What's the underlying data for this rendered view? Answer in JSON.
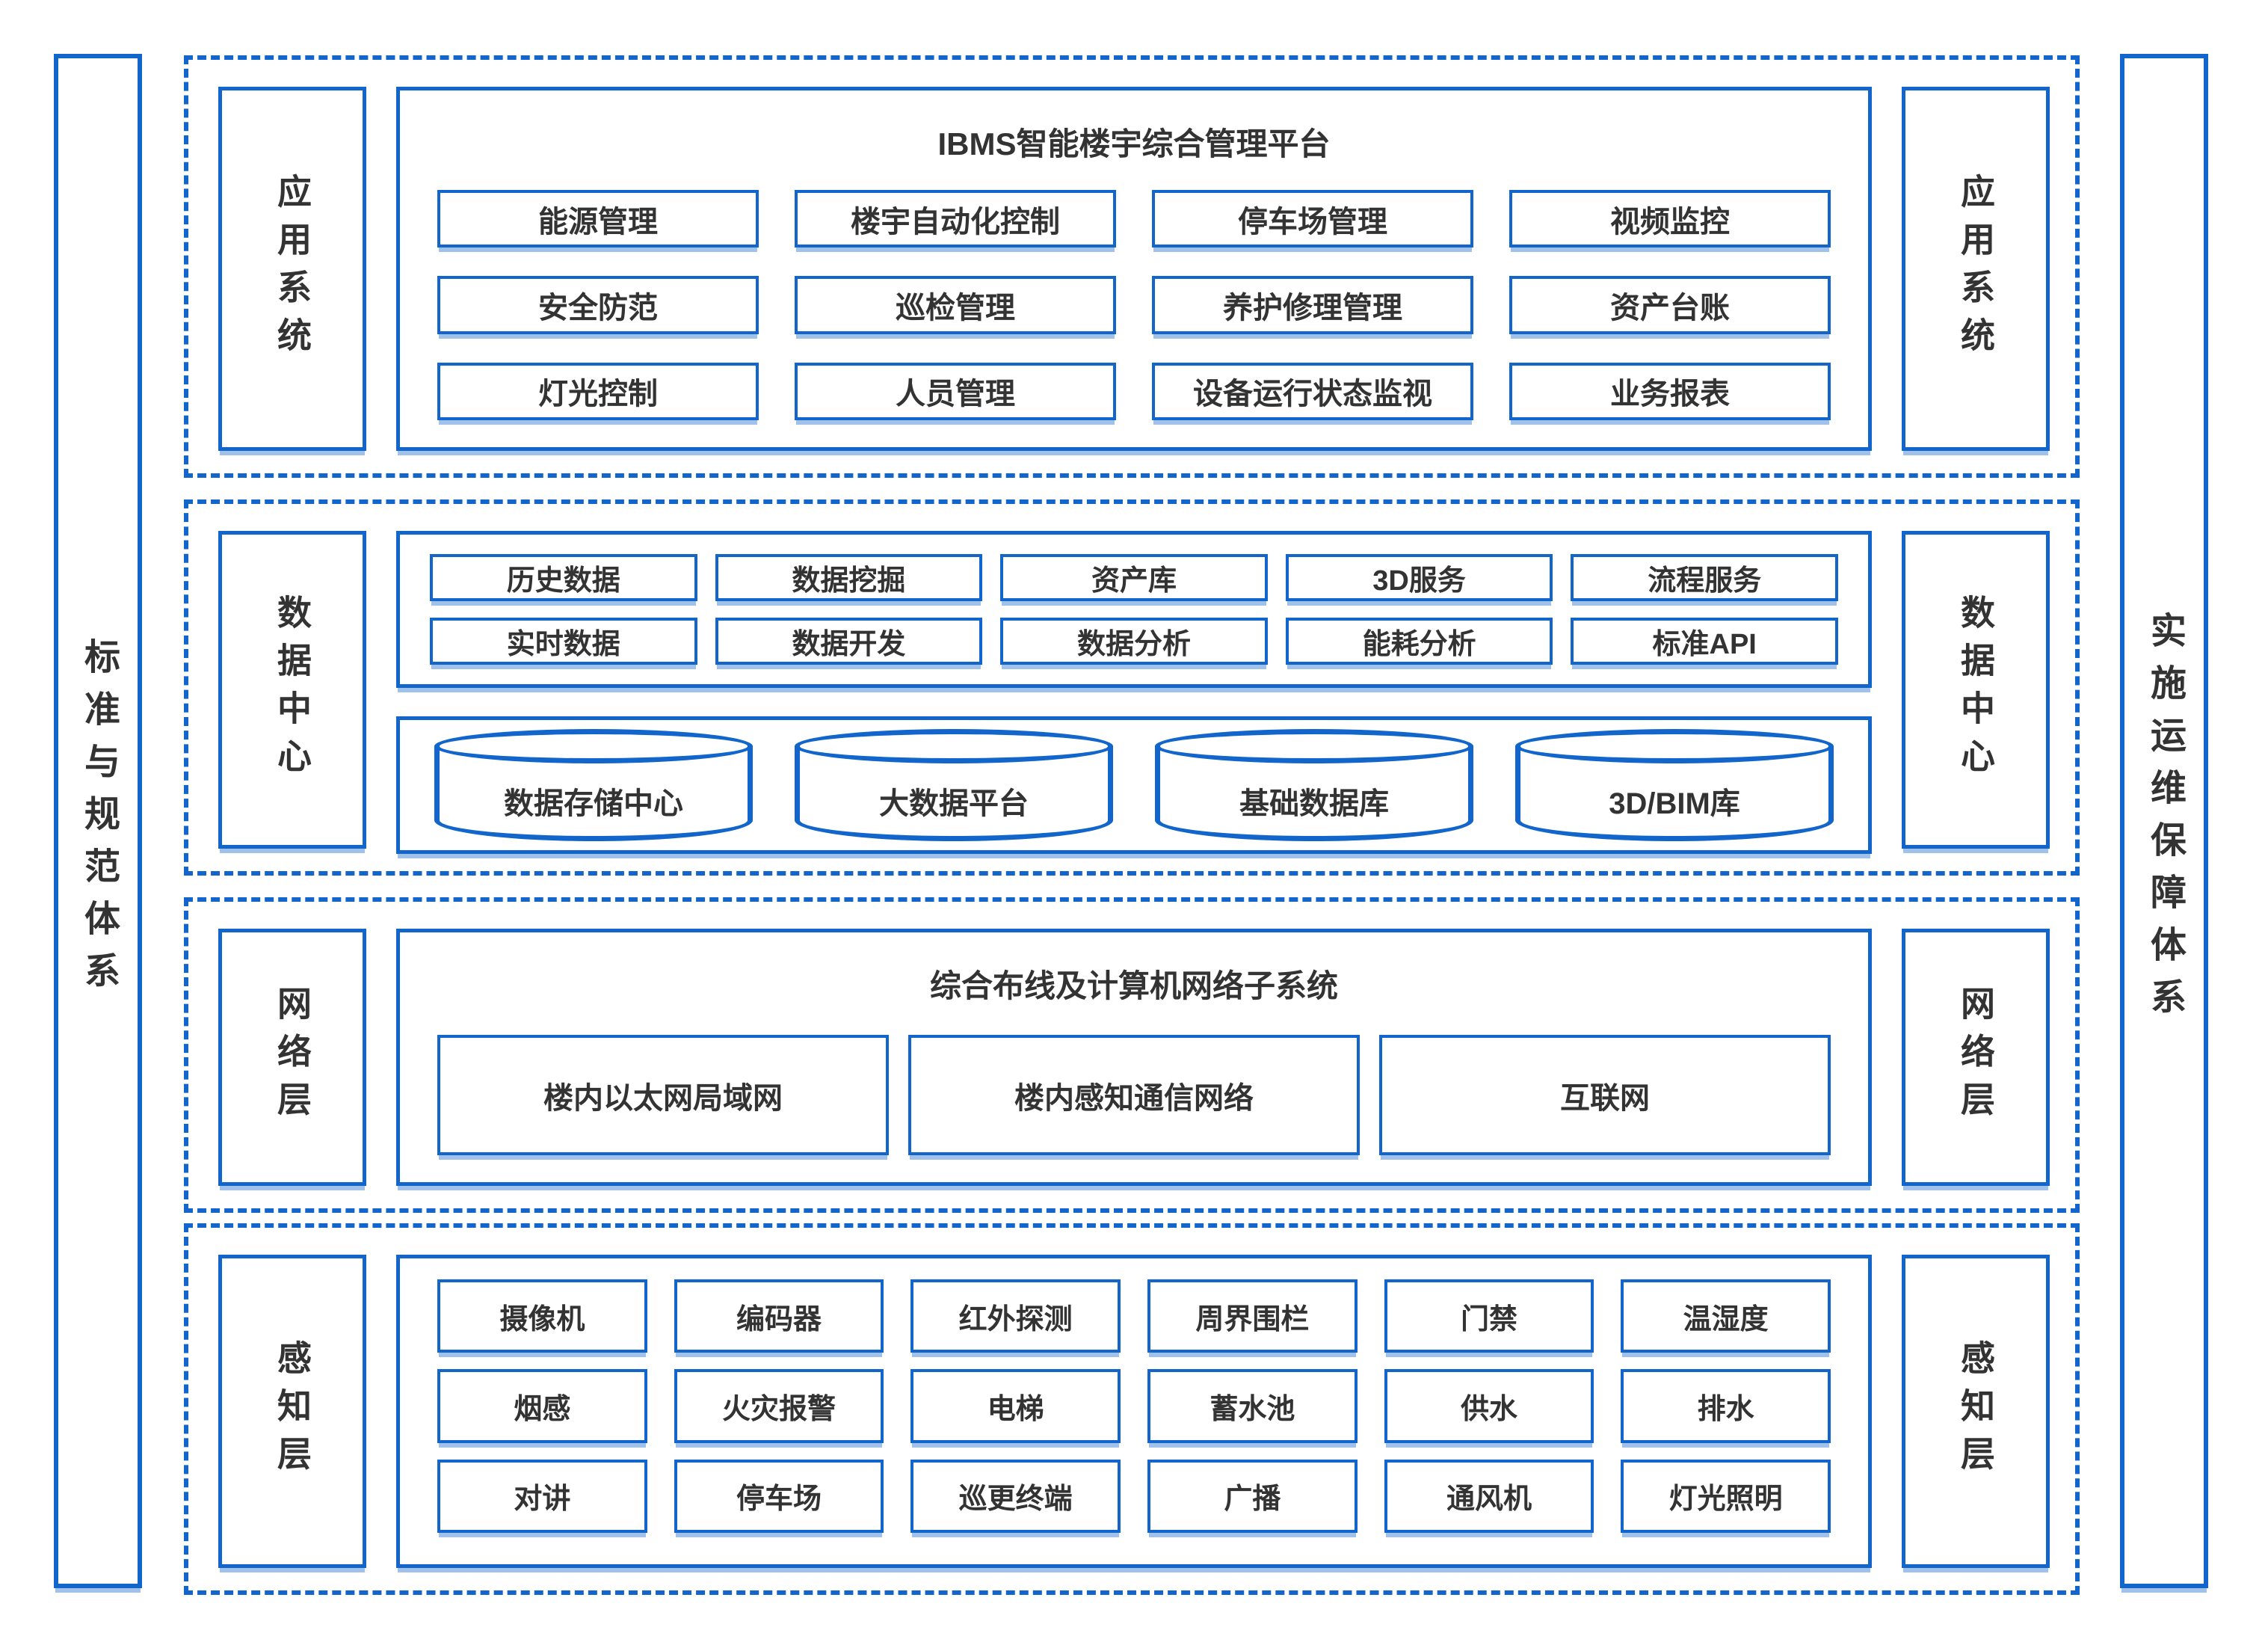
{
  "colors": {
    "accent": "#1266cb",
    "text": "#333333",
    "background": "#ffffff"
  },
  "bars": {
    "left": "标准与规范体系",
    "right": "实施运维保障体系"
  },
  "app_layer": {
    "label": "应用系统",
    "title": "IBMS智能楼宇综合管理平台",
    "rows": [
      [
        "能源管理",
        "楼宇自动化控制",
        "停车场管理",
        "视频监控"
      ],
      [
        "安全防范",
        "巡检管理",
        "养护修理管理",
        "资产台账"
      ],
      [
        "灯光控制",
        "人员管理",
        "设备运行状态监视",
        "业务报表"
      ]
    ]
  },
  "data_layer": {
    "label": "数据中心",
    "services": [
      [
        "历史数据",
        "数据挖掘",
        "资产库",
        "3D服务",
        "流程服务"
      ],
      [
        "实时数据",
        "数据开发",
        "数据分析",
        "能耗分析",
        "标准API"
      ]
    ],
    "databases": [
      "数据存储中心",
      "大数据平台",
      "基础数据库",
      "3D/BIM库"
    ]
  },
  "network_layer": {
    "label": "网络层",
    "title": "综合布线及计算机网络子系统",
    "boxes": [
      "楼内以太网局域网",
      "楼内感知通信网络",
      "互联网"
    ]
  },
  "perception_layer": {
    "label": "感知层",
    "rows": [
      [
        "摄像机",
        "编码器",
        "红外探测",
        "周界围栏",
        "门禁",
        "温湿度"
      ],
      [
        "烟感",
        "火灾报警",
        "电梯",
        "蓄水池",
        "供水",
        "排水"
      ],
      [
        "对讲",
        "停车场",
        "巡更终端",
        "广播",
        "通风机",
        "灯光照明"
      ]
    ]
  }
}
